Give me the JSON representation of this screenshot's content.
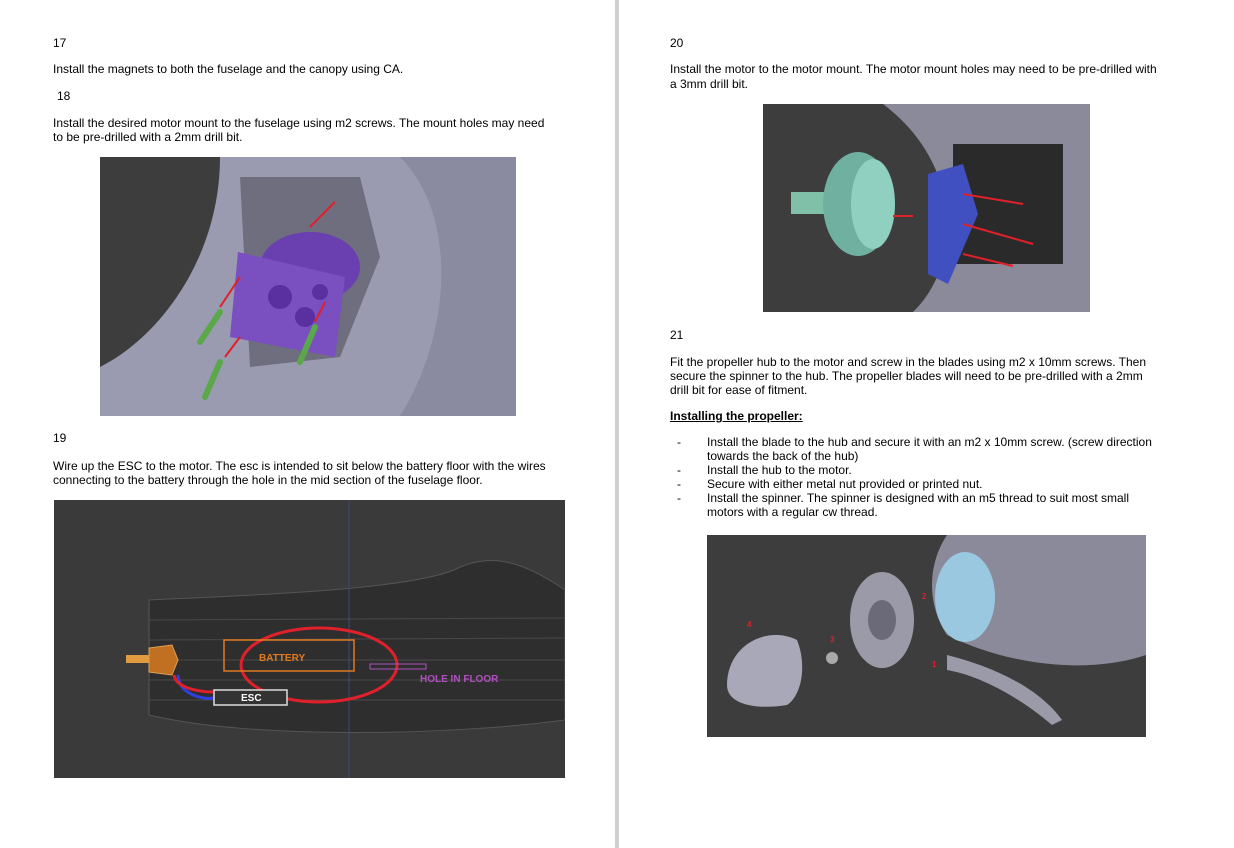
{
  "left_page": {
    "s17": {
      "num": "17",
      "text": "Install the magnets to both the fuselage and the canopy using CA."
    },
    "s18": {
      "num": "18",
      "line1": "Install the desired motor mount to the fuselage using m2 screws. The mount holes may need",
      "line2": "to be pre-drilled with a 2mm drill bit."
    },
    "s19": {
      "num": "19",
      "line1": "Wire up the ESC to the motor. The esc is intended to sit below the battery floor with the wires",
      "line2": "connecting to the battery through the hole in the mid section of the fuselage floor.",
      "figure_labels": {
        "battery": "BATTERY",
        "esc": "ESC",
        "hole": "HOLE IN FLOOR"
      }
    }
  },
  "right_page": {
    "s20": {
      "num": "20",
      "line1": "Install the motor to the motor mount. The motor mount holes may need to be pre-drilled with",
      "line2": "a 3mm drill bit."
    },
    "s21": {
      "num": "21",
      "line1": "Fit the propeller hub to the motor and screw in the blades using m2 x 10mm screws. Then",
      "line2": "secure the spinner to the hub. The propeller blades will need to be pre-drilled with a 2mm",
      "line3": "drill bit for ease of fitment.",
      "heading": "Installing the propeller:",
      "steps": [
        {
          "l1": "Install the blade to the hub and secure it with an m2 x 10mm screw. (screw direction",
          "l2": "towards the back of the hub)"
        },
        {
          "l1": "Install the hub to the motor."
        },
        {
          "l1": "Secure with either metal nut provided or printed nut."
        },
        {
          "l1": "Install the spinner. The spinner is designed with an m5 thread to suit most small",
          "l2": "motors with a regular cw thread."
        }
      ],
      "figure_labels": [
        "1",
        "2",
        "3",
        "4"
      ]
    }
  },
  "colors": {
    "viewport": "#3a3a3a",
    "arrow": "#e0202a",
    "mount": "#7a4fc0",
    "screw": "#5aa84a",
    "battery": "#e07a20",
    "hole": "#b050c0"
  }
}
